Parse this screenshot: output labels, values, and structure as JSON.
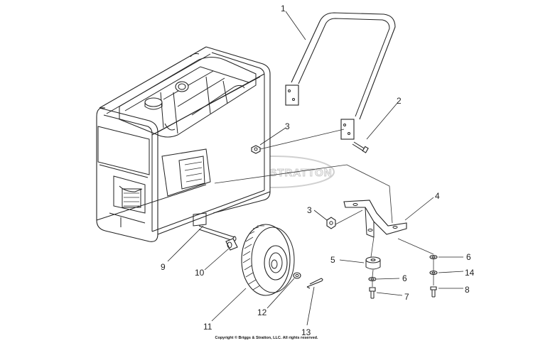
{
  "watermark": "BRIGGS&STRATTON",
  "callouts": [
    {
      "id": "1",
      "label": "1"
    },
    {
      "id": "2",
      "label": "2"
    },
    {
      "id": "3a",
      "label": "3"
    },
    {
      "id": "3b",
      "label": "3"
    },
    {
      "id": "4",
      "label": "4"
    },
    {
      "id": "5",
      "label": "5"
    },
    {
      "id": "6a",
      "label": "6"
    },
    {
      "id": "6b",
      "label": "6"
    },
    {
      "id": "7",
      "label": "7"
    },
    {
      "id": "8",
      "label": "8"
    },
    {
      "id": "9",
      "label": "9"
    },
    {
      "id": "10",
      "label": "10"
    },
    {
      "id": "11",
      "label": "11"
    },
    {
      "id": "12",
      "label": "12"
    },
    {
      "id": "13",
      "label": "13"
    },
    {
      "id": "14",
      "label": "14"
    }
  ],
  "copyright": "Copyright © Briggs & Stratton, LLC. All rights reserved."
}
